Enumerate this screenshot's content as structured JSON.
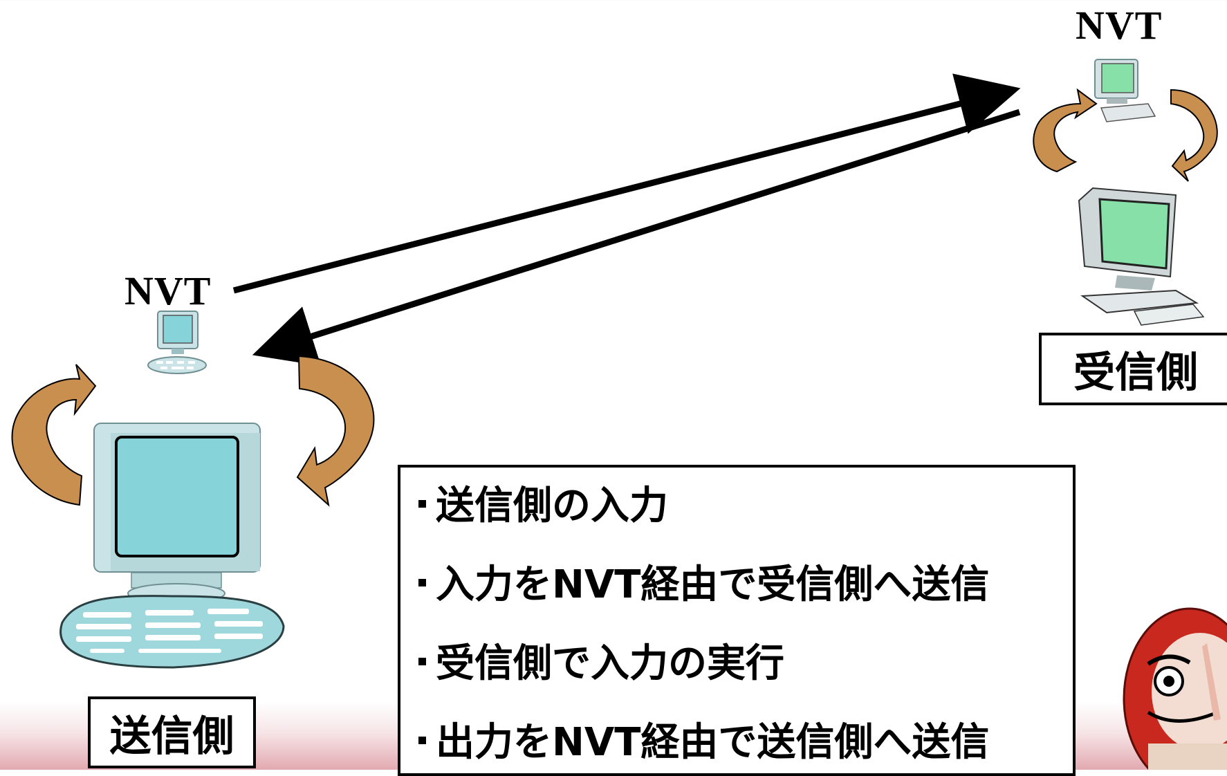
{
  "sender": {
    "nvt_label": "NVT",
    "side_label": "送信側"
  },
  "receiver": {
    "nvt_label": "NVT",
    "side_label": "受信側"
  },
  "steps": [
    "送信側の入力",
    "入力をNVT経由で受信側へ送信",
    "受信側で入力の実行",
    "出力をNVT経由で送信側へ送信"
  ],
  "colors": {
    "arrow": "#000000",
    "loop_arrow": "#c98f4f",
    "screen": "#86d4d9",
    "receiver_screen": "#86e0a8",
    "monitor_body": "#c9e3e6",
    "daruma_red": "#c8281e"
  },
  "icons": [
    "large-computer-icon",
    "small-computer-icon",
    "loop-arrow-icon",
    "daruma-icon"
  ]
}
